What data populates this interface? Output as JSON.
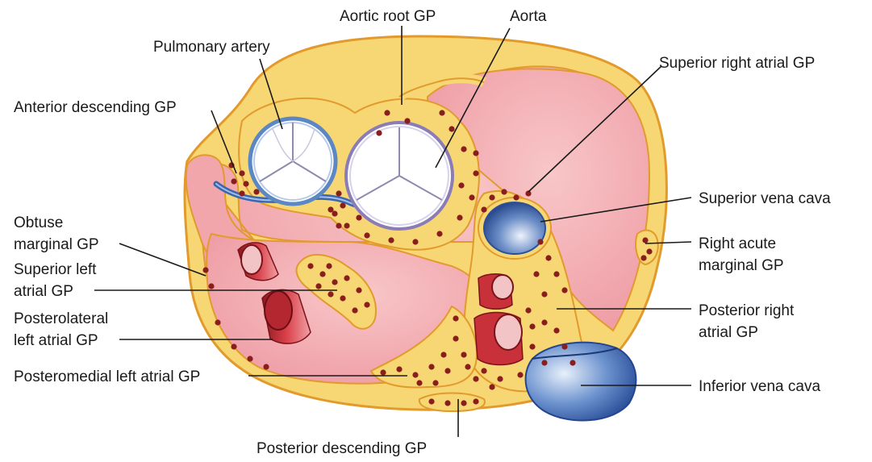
{
  "labels": {
    "aortic_root_gp": "Aortic root GP",
    "aorta": "Aorta",
    "pulmonary_artery": "Pulmonary artery",
    "superior_right_atrial_gp": "Superior right atrial GP",
    "anterior_descending_gp": "Anterior descending GP",
    "superior_vena_cava": "Superior vena cava",
    "obtuse_marginal_gp_line1": "Obtuse",
    "obtuse_marginal_gp_line2": "marginal GP",
    "right_acute_marginal_gp_line1": "Right acute",
    "right_acute_marginal_gp_line2": "marginal GP",
    "superior_left_atrial_gp_line1": "Superior left",
    "superior_left_atrial_gp_line2": "atrial GP",
    "posterolateral_left_atrial_gp_line1": "Posterolateral",
    "posterolateral_left_atrial_gp_line2": "left atrial GP",
    "posterior_right_atrial_gp_line1": "Posterior right",
    "posterior_right_atrial_gp_line2": "atrial GP",
    "posteromedial_left_atrial_gp": "Posteromedial left atrial GP",
    "inferior_vena_cava": "Inferior vena cava",
    "posterior_descending_gp": "Posterior descending GP"
  },
  "colors": {
    "fat_yellow": "#f7d774",
    "outline_orange": "#e29a2d",
    "tissue_pink": "#f4b2b4",
    "tissue_pink_dark": "#ea8f98",
    "ganglia_dot": "#8a1d1d",
    "valve_blue": "#5b87c4",
    "vessel_red": "#c8303a",
    "vena_cava_blue": "#3d66b0"
  }
}
